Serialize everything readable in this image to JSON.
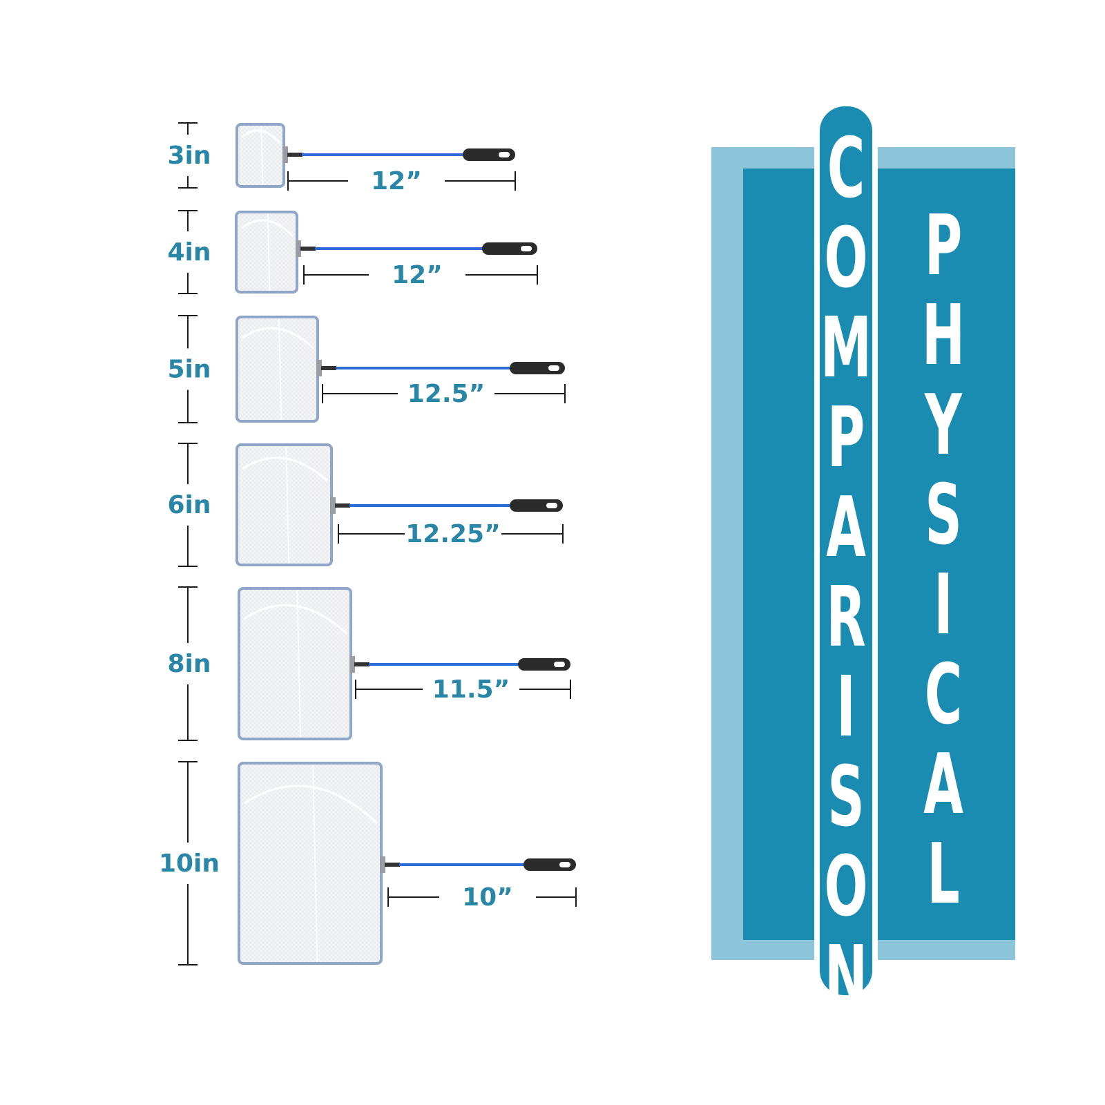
{
  "colors": {
    "accent_text": "#2a86a6",
    "banner_light": "#8cc4da",
    "banner_dark": "#1a8cb2",
    "banner_letter": "#ffffff",
    "rod": "#2d6bd6",
    "handle": "#2b2b2b",
    "frame": "#8fa6c8",
    "mesh": "#f0f2f4",
    "ruler": "#1a1a1a"
  },
  "nets": [
    {
      "size_label": "3in",
      "handle_label": "12”"
    },
    {
      "size_label": "4in",
      "handle_label": "12”"
    },
    {
      "size_label": "5in",
      "handle_label": "12.5”"
    },
    {
      "size_label": "6in",
      "handle_label": "12.25”"
    },
    {
      "size_label": "8in",
      "handle_label": "11.5”"
    },
    {
      "size_label": "10in",
      "handle_label": "10”"
    }
  ],
  "banner": {
    "word_left": "COMPARISON",
    "word_right": "PHYSICAL"
  }
}
